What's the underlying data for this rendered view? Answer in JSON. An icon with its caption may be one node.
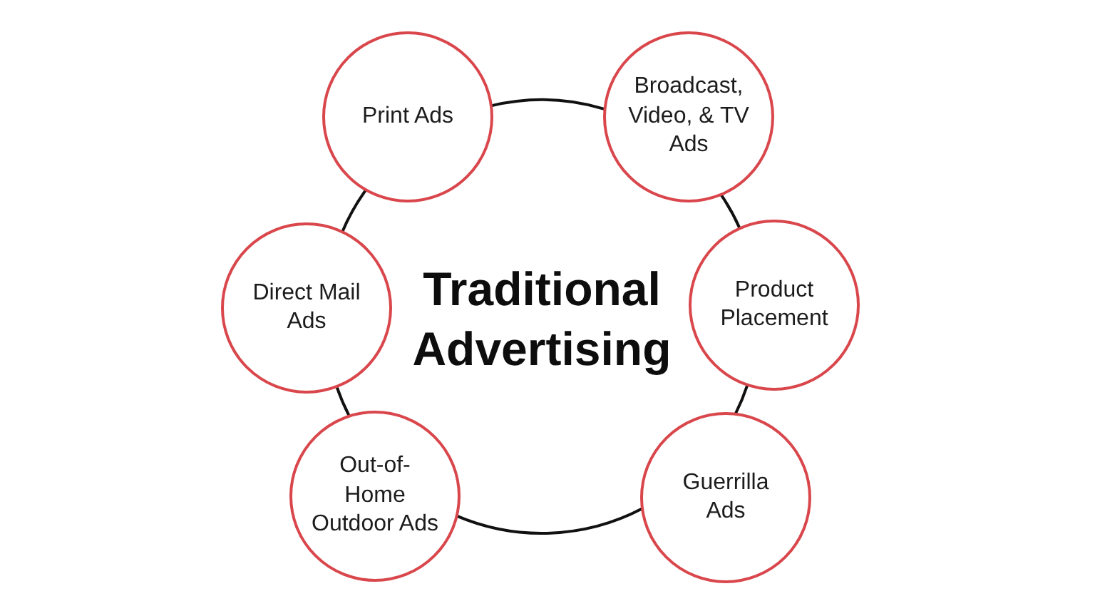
{
  "diagram": {
    "nodes": [
      {
        "text": [
          "Print Ads"
        ]
      },
      {
        "text": [
          "Broadcast, Video, & TV Ads"
        ]
      },
      {
        "text": [
          "Direct Mail Ads"
        ]
      },
      {
        "text": [
          "Product Placement"
        ]
      },
      {
        "text": [
          "Out-of-Home Outdoor Ads"
        ]
      },
      {
        "text": [
          "Guerrilla Ads"
        ]
      }
    ],
    "edges": [
      {
        "from": 0,
        "to": 1,
        "arrow": "none"
      },
      {
        "from": 1,
        "to": 3,
        "arrow": "none"
      },
      {
        "from": 3,
        "to": 5,
        "arrow": "none"
      },
      {
        "from": 5,
        "to": 4,
        "arrow": "none"
      },
      {
        "from": 4,
        "to": 2,
        "arrow": "none"
      },
      {
        "from": 2,
        "to": 0,
        "arrow": "none"
      }
    ],
    "labels": [
      "Traditional Advertising"
    ]
  }
}
